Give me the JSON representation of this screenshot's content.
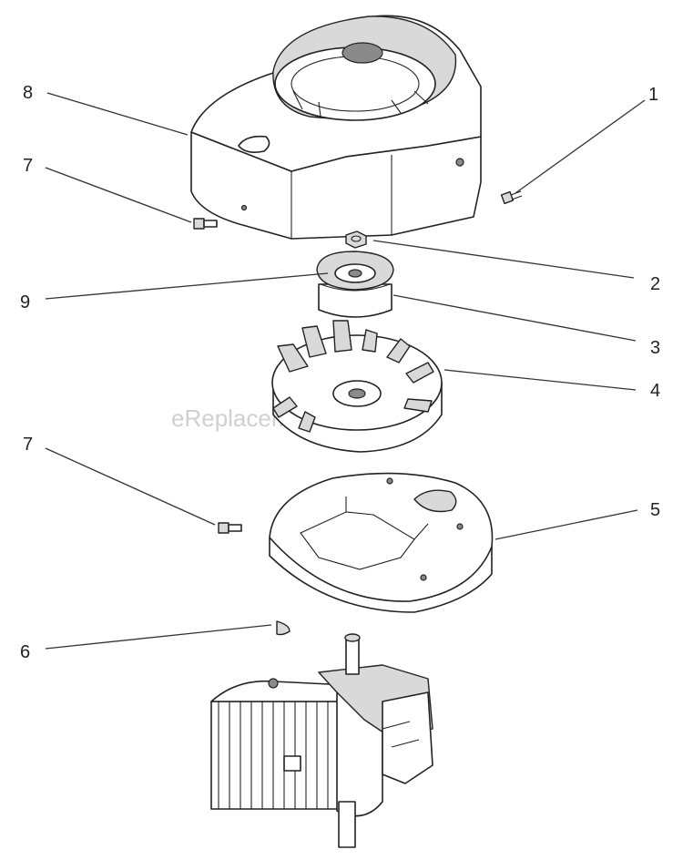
{
  "watermark": "eReplacementParts.com",
  "callouts": [
    {
      "id": "c8a",
      "label": "8"
    },
    {
      "id": "c7a",
      "label": "7"
    },
    {
      "id": "c1",
      "label": "1"
    },
    {
      "id": "c2",
      "label": "2"
    },
    {
      "id": "c9",
      "label": "9"
    },
    {
      "id": "c3",
      "label": "3"
    },
    {
      "id": "c4",
      "label": "4"
    },
    {
      "id": "c7b",
      "label": "7"
    },
    {
      "id": "c5",
      "label": "5"
    },
    {
      "id": "c6",
      "label": "6"
    }
  ]
}
